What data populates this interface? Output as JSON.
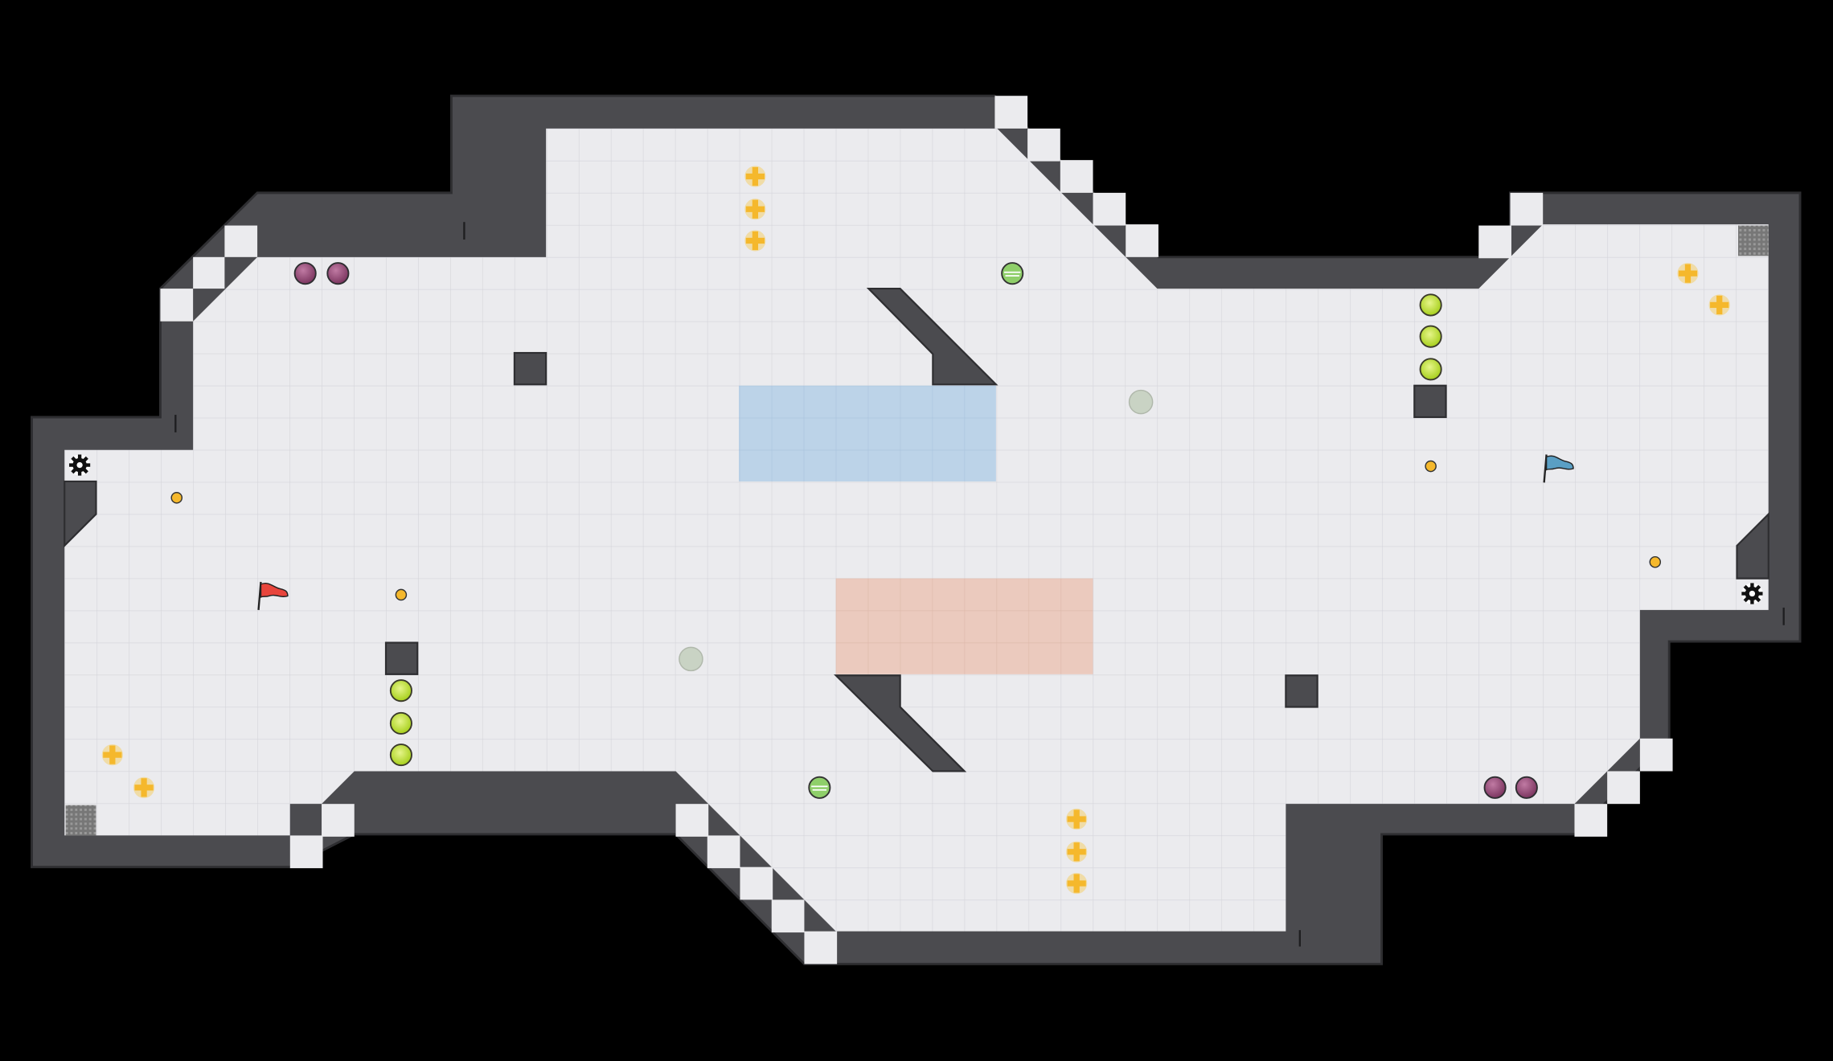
{
  "level": {
    "background_color": "#000000",
    "floor_color": "#ebebee",
    "grid_color": "#d7d7dc",
    "wall_color": "#4b4b4f",
    "wall_edge_color": "#2e2e31",
    "blue_team_zone_color": "#bcd3e8",
    "red_team_zone_color": "#ebcabe",
    "red_flag": {
      "team": "red",
      "color": "#e8453c",
      "icon": "flag-icon"
    },
    "blue_flag": {
      "team": "blue",
      "color": "#5a9fc4",
      "icon": "flag-icon"
    },
    "boost_count": 12,
    "powerup_count": 12,
    "bomb_count": 4,
    "spike_count": 2
  }
}
